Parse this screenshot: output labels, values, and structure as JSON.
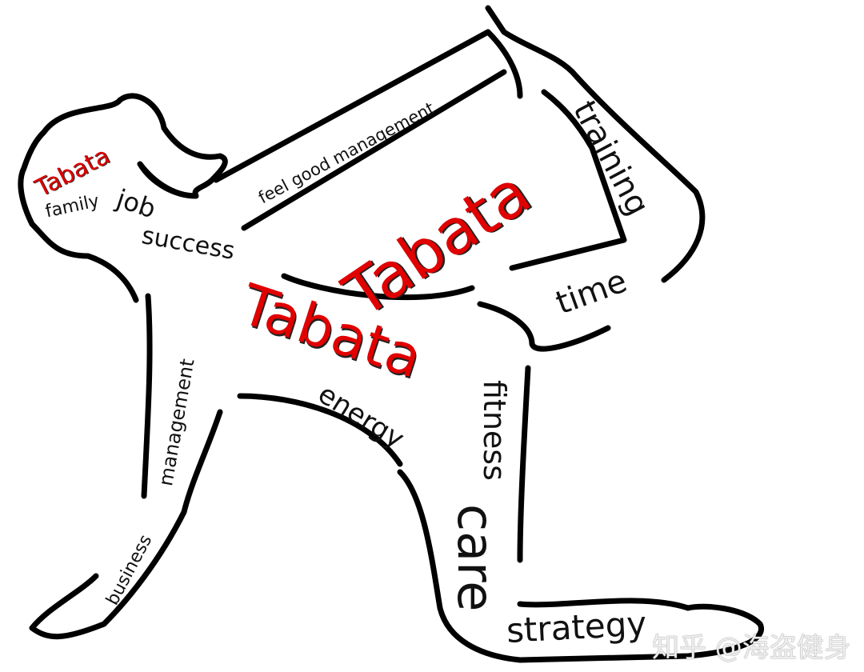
{
  "words": {
    "tabata_head": "Tabata",
    "family": "family",
    "job": "job",
    "success": "success",
    "feel_good": "feel good management",
    "tabata_big": "Tabata",
    "training": "training",
    "tabata_mid": "Tabata",
    "time": "time",
    "management": "management",
    "energy": "energy",
    "fitness": "fitness",
    "care": "care",
    "business": "business",
    "strategy": "strategy"
  },
  "watermark": "知乎 @海盗健身",
  "colors": {
    "accent": "#e00000",
    "shadow": "#222222",
    "outline": "#000000"
  }
}
